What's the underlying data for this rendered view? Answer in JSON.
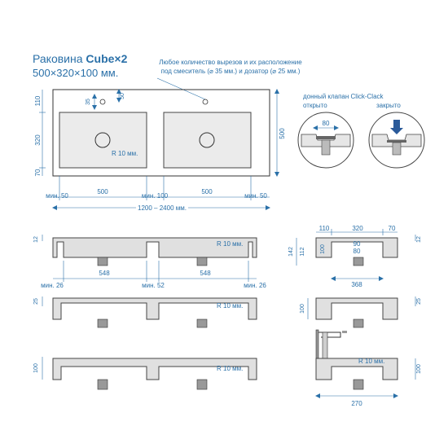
{
  "title": {
    "model_prefix": "Раковина",
    "model_name": "Cube×2",
    "size": "500×320×100 мм."
  },
  "note": {
    "line1": "Любое количество вырезов и их расположение",
    "line2": "под смеситель (⌀ 35 мм.) и дозатор (⌀ 25 мм.)"
  },
  "top_view": {
    "left_dims": [
      "110",
      "320",
      "70"
    ],
    "right_dim": "500",
    "hole_dims": [
      "35",
      "50"
    ],
    "radius": "R 10 мм.",
    "bottom_dims": [
      "мин. 50",
      "500",
      "мин. 100",
      "500",
      "мин. 50"
    ],
    "total": "1200 – 2400  мм."
  },
  "valve": {
    "title": "донный клапан Click-Clack",
    "open": "открыто",
    "closed": "закрыто",
    "dim": "80"
  },
  "front_views": {
    "heights": [
      "12",
      "25",
      "100"
    ],
    "radius": "R 10 мм.",
    "bottom_dims": [
      "мин. 26",
      "548",
      "мин. 52",
      "548",
      "мин. 26"
    ]
  },
  "side_views": {
    "top_dims": [
      "110",
      "320",
      "70"
    ],
    "left_dims": [
      "142",
      "112"
    ],
    "inner_dims": [
      "90",
      "100",
      "80"
    ],
    "right_dims": [
      "12",
      "25",
      "100"
    ],
    "width": "368",
    "radius": "R 10 мм.",
    "depth": "270"
  }
}
